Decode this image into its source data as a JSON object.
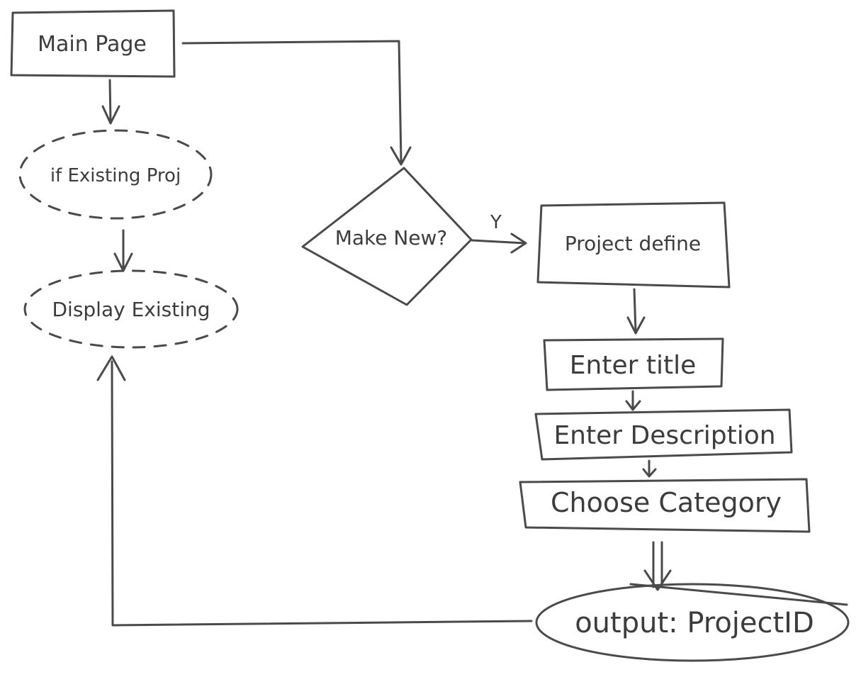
{
  "nodes": {
    "main_page": "Main Page",
    "if_existing": "if Existing Proj",
    "display_existing": "Display Existing",
    "make_new": "Make New?",
    "project_define": "Project define",
    "enter_title": "Enter title",
    "enter_description": "Enter Description",
    "choose_category": "Choose Category",
    "output": "output: ProjectID"
  },
  "edge_labels": {
    "yes": "Y"
  },
  "colors": {
    "stroke": "#4a4a4a",
    "text": "#3c3c3c",
    "background": "#ffffff"
  }
}
